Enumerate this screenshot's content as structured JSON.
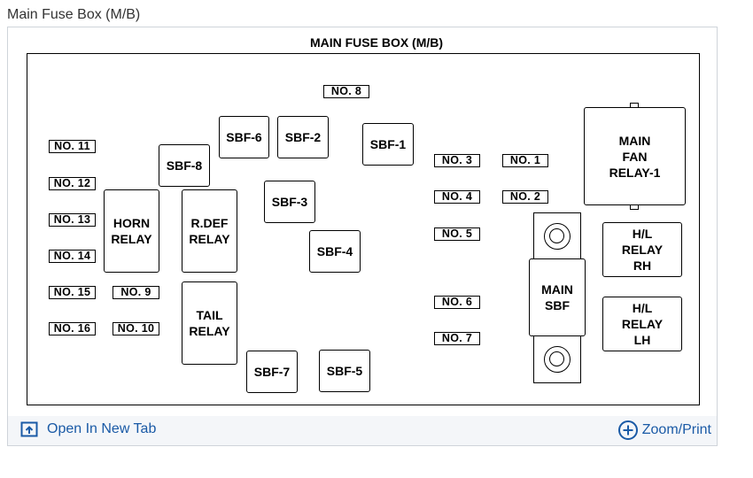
{
  "page": {
    "title": "Main Fuse Box (M/B)"
  },
  "diagram": {
    "title": "MAIN FUSE BOX (M/B)",
    "fuses": {
      "no1": "NO. 1",
      "no2": "NO. 2",
      "no3": "NO. 3",
      "no4": "NO. 4",
      "no5": "NO. 5",
      "no6": "NO. 6",
      "no7": "NO. 7",
      "no8": "NO. 8",
      "no9": "NO. 9",
      "no10": "NO. 10",
      "no11": "NO. 11",
      "no12": "NO. 12",
      "no13": "NO. 13",
      "no14": "NO. 14",
      "no15": "NO. 15",
      "no16": "NO. 16"
    },
    "sbf": {
      "sbf1": "SBF-1",
      "sbf2": "SBF-2",
      "sbf3": "SBF-3",
      "sbf4": "SBF-4",
      "sbf5": "SBF-5",
      "sbf6": "SBF-6",
      "sbf7": "SBF-7",
      "sbf8": "SBF-8"
    },
    "relays": {
      "horn": "HORN\nRELAY",
      "rdef": "R.DEF\nRELAY",
      "tail": "TAIL\nRELAY",
      "main_fan": "MAIN\nFAN\nRELAY-1",
      "hl_rh": "H/L\nRELAY\nRH",
      "hl_lh": "H/L\nRELAY\nLH",
      "main_sbf": "MAIN\nSBF"
    }
  },
  "footer": {
    "open_tab_label": "Open In New Tab",
    "zoom_label": "Zoom/Print",
    "open_tab_icon": "open-in-new-tab-icon",
    "zoom_icon": "zoom-plus-icon",
    "link_color": "#1a5aa6"
  }
}
